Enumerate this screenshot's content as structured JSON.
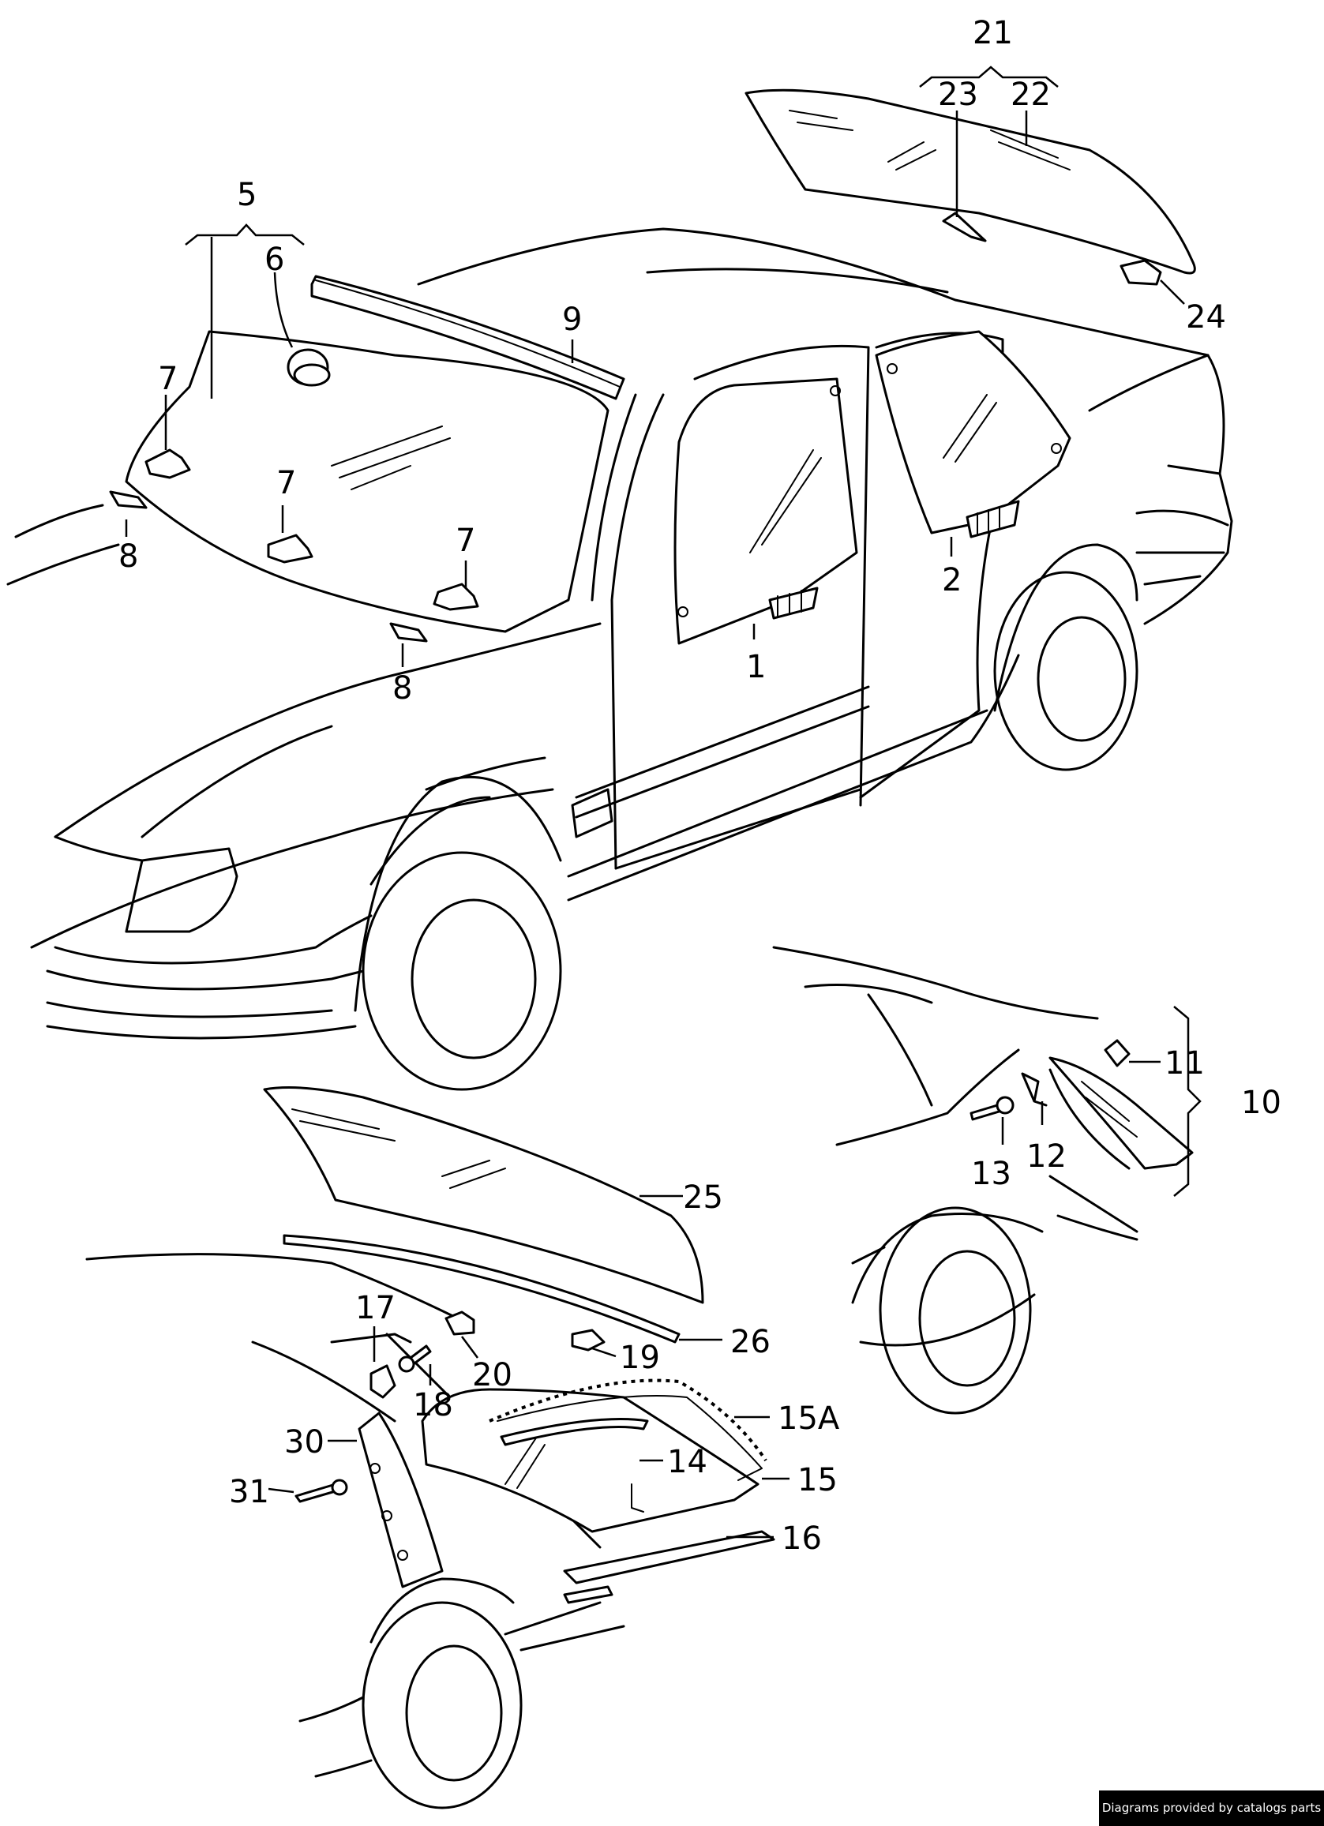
{
  "callouts": {
    "c1": "1",
    "c2": "2",
    "c5": "5",
    "c6": "6",
    "c7": "7",
    "c8": "8",
    "c9": "9",
    "c10": "10",
    "c11": "11",
    "c12": "12",
    "c13": "13",
    "c14": "14",
    "c15": "15",
    "c15a": "15A",
    "c16": "16",
    "c17": "17",
    "c18": "18",
    "c19": "19",
    "c20": "20",
    "c21": "21",
    "c22": "22",
    "c23": "23",
    "c24": "24",
    "c25": "25",
    "c26": "26",
    "c30": "30",
    "c31": "31"
  },
  "credit": "Diagrams provided by catalogs parts"
}
